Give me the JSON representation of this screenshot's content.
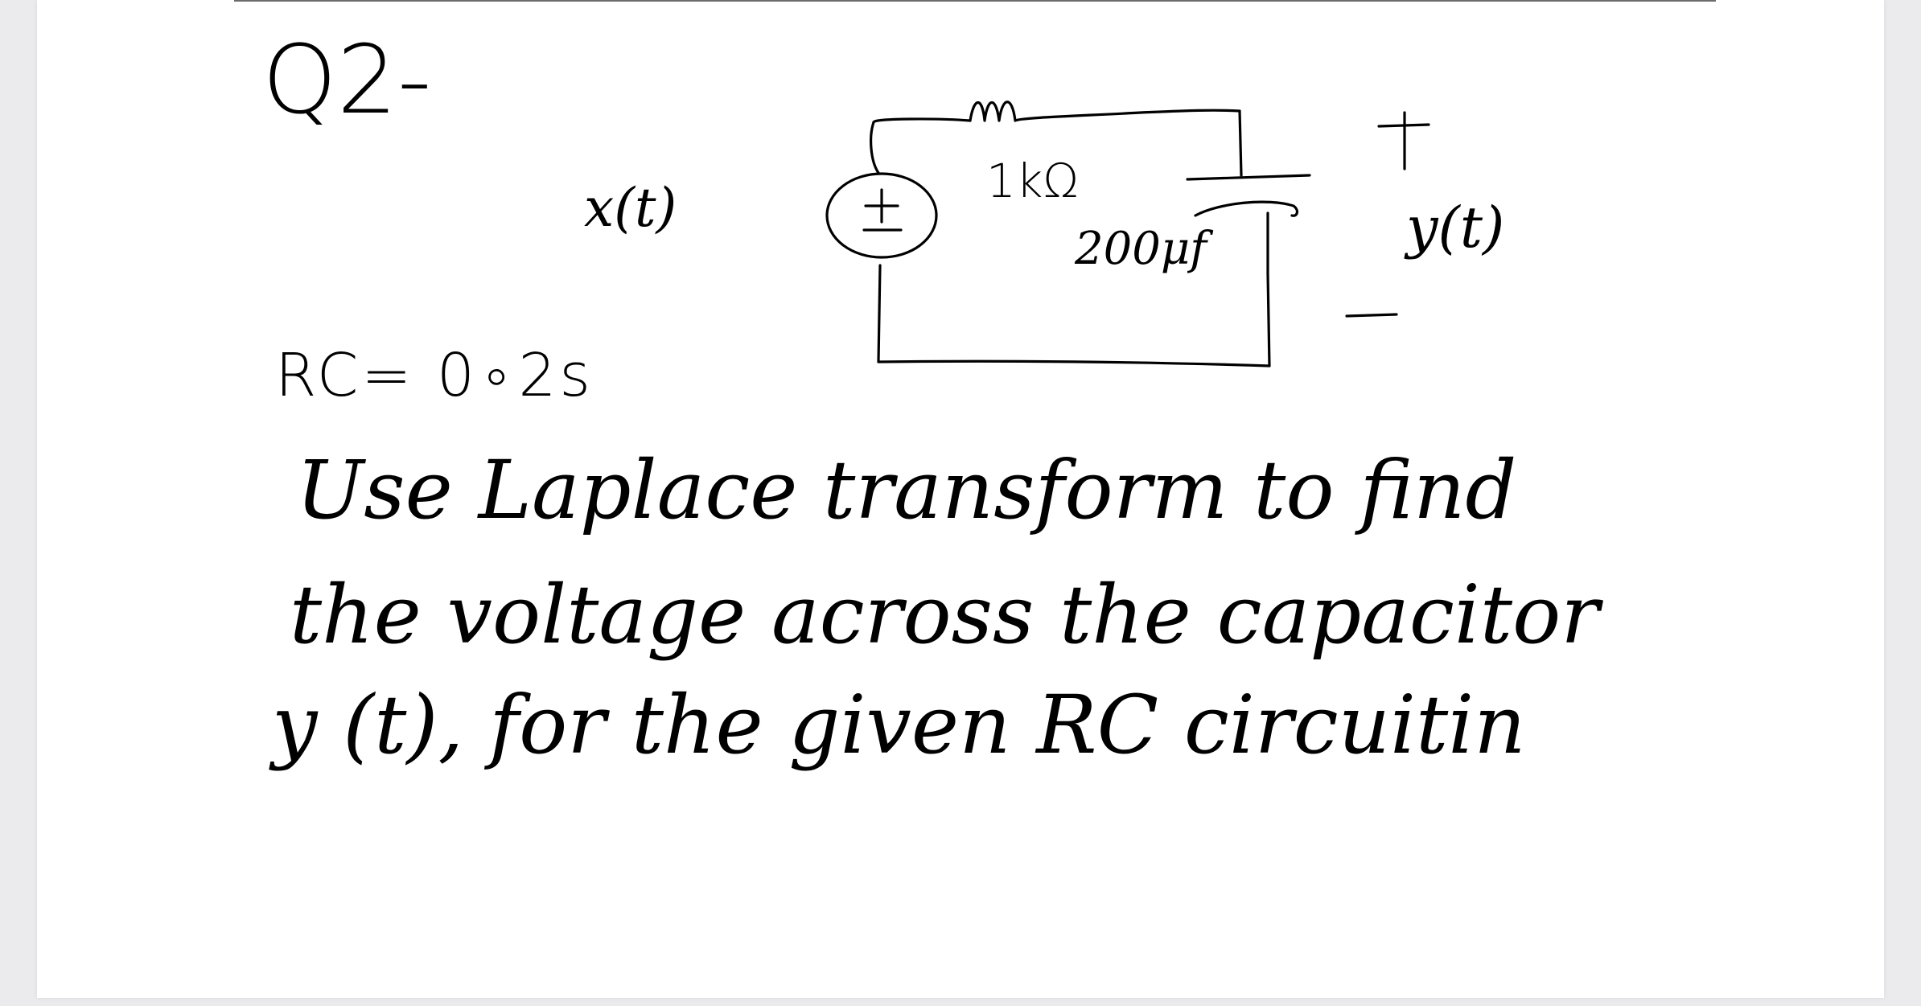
{
  "question": {
    "number": "Q2-"
  },
  "circuit": {
    "source_label": "x(t)",
    "source_sign": "+",
    "resistor_label": "1kΩ",
    "capacitor_label": "200μf",
    "output_plus": "+",
    "output_label": "y(t)",
    "output_minus": "_"
  },
  "given": {
    "rc": "RC= 0∘2s"
  },
  "problem": {
    "line1": "Use Laplace transform to find",
    "line2": "the voltage across the capacitor",
    "line3": "y (t), for the given RC   circuitin"
  }
}
